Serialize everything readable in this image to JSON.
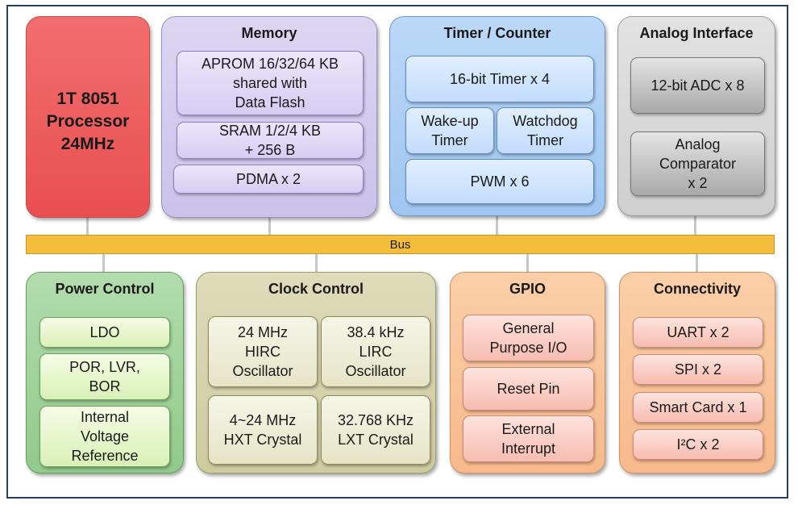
{
  "bus": "Bus",
  "processor": "1T 8051\nProcessor\n24MHz",
  "memory": {
    "title": "Memory",
    "items": [
      "APROM 16/32/64 KB\nshared with\nData Flash",
      "SRAM 1/2/4 KB\n+ 256 B",
      "PDMA x 2"
    ]
  },
  "timer": {
    "title": "Timer / Counter",
    "items": [
      "16-bit Timer x 4",
      "Wake-up\nTimer",
      "Watchdog\nTimer",
      "PWM x 6"
    ]
  },
  "analog": {
    "title": "Analog Interface",
    "items": [
      "12-bit ADC x 8",
      "Analog\nComparator\nx 2"
    ]
  },
  "power": {
    "title": "Power Control",
    "items": [
      "LDO",
      "POR, LVR,\nBOR",
      "Internal\nVoltage\nReference"
    ]
  },
  "clock": {
    "title": "Clock Control",
    "items": [
      "24 MHz\nHIRC\nOscillator",
      "38.4 kHz\nLIRC\nOscillator",
      "4~24 MHz\nHXT Crystal",
      "32.768 KHz\nLXT Crystal"
    ]
  },
  "gpio": {
    "title": "GPIO",
    "items": [
      "General\nPurpose I/O",
      "Reset Pin",
      "External\nInterrupt"
    ]
  },
  "connectivity": {
    "title": "Connectivity",
    "items": [
      "UART x 2",
      "SPI x 2",
      "Smart Card x 1",
      "I²C x 2"
    ]
  }
}
